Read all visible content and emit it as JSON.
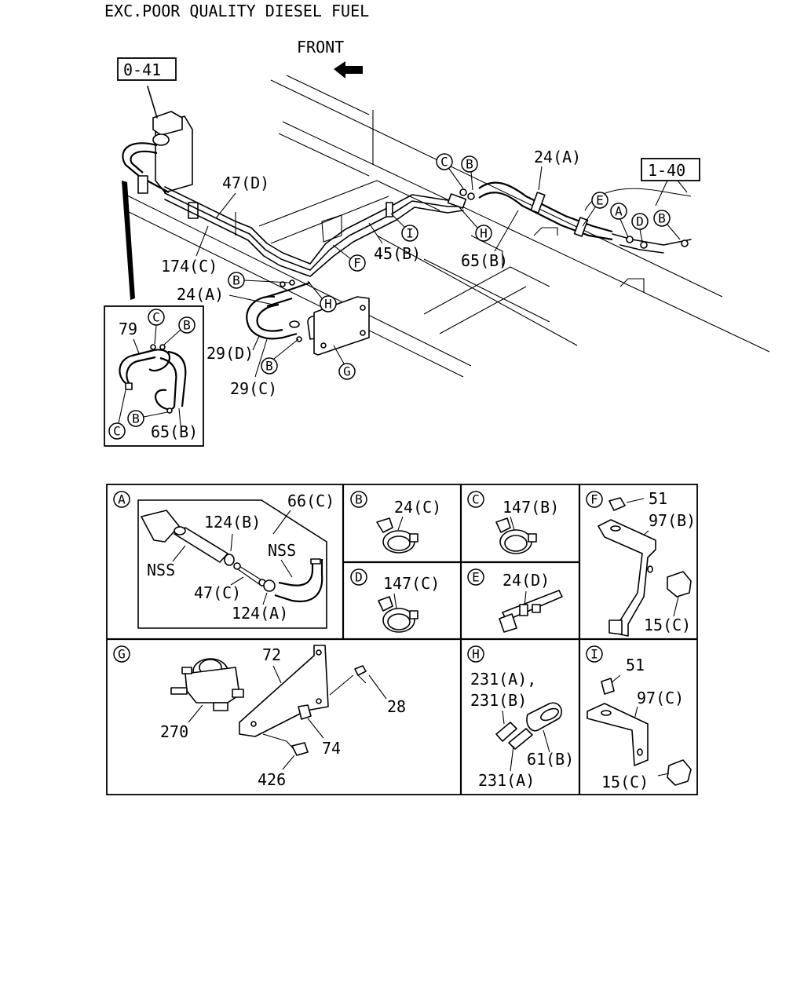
{
  "header": {
    "title": "EXC.POOR QUALITY DIESEL FUEL",
    "front_label": "FRONT"
  },
  "refs": {
    "ref_0_41": "0-41",
    "ref_1_40": "1-40"
  },
  "main_callouts": {
    "c_24a_top": "24(A)",
    "c_47d": "47(D)",
    "c_174c": "174(C)",
    "c_45b": "45(B)",
    "c_65b_main": "65(B)",
    "c_24a_left": "24(A)",
    "c_29d": "29(D)",
    "c_29c": "29(C)"
  },
  "main_letters": {
    "l1": "C",
    "l2": "B",
    "l3": "E",
    "l4": "A",
    "l5": "D",
    "l6": "B",
    "l7": "H",
    "l8": "I",
    "l9": "F",
    "l10": "B",
    "l11": "H",
    "l12": "B",
    "l13": "G"
  },
  "inset": {
    "c79": "79",
    "c65b": "65(B)",
    "lc1": "C",
    "lb1": "B",
    "lb2": "B",
    "lc2": "C"
  },
  "details": {
    "A": {
      "letter": "A",
      "c66c": "66(C)",
      "c124b": "124(B)",
      "nss1": "NSS",
      "nss2": "NSS",
      "c47c": "47(C)",
      "c124a": "124(A)"
    },
    "B": {
      "letter": "B",
      "c24c": "24(C)"
    },
    "C": {
      "letter": "C",
      "c147b": "147(B)"
    },
    "D": {
      "letter": "D",
      "c147c": "147(C)"
    },
    "E": {
      "letter": "E",
      "c24d": "24(D)"
    },
    "F": {
      "letter": "F",
      "c51": "51",
      "c97b": "97(B)",
      "c15c": "15(C)"
    },
    "G": {
      "letter": "G",
      "c72": "72",
      "c28": "28",
      "c270": "270",
      "c74": "74",
      "c426": "426"
    },
    "H": {
      "letter": "H",
      "c231ab_1": "231(A),",
      "c231ab_2": "231(B)",
      "c61b": "61(B)",
      "c231a": "231(A)"
    },
    "I": {
      "letter": "I",
      "c51": "51",
      "c97c": "97(C)",
      "c15c": "15(C)"
    }
  }
}
